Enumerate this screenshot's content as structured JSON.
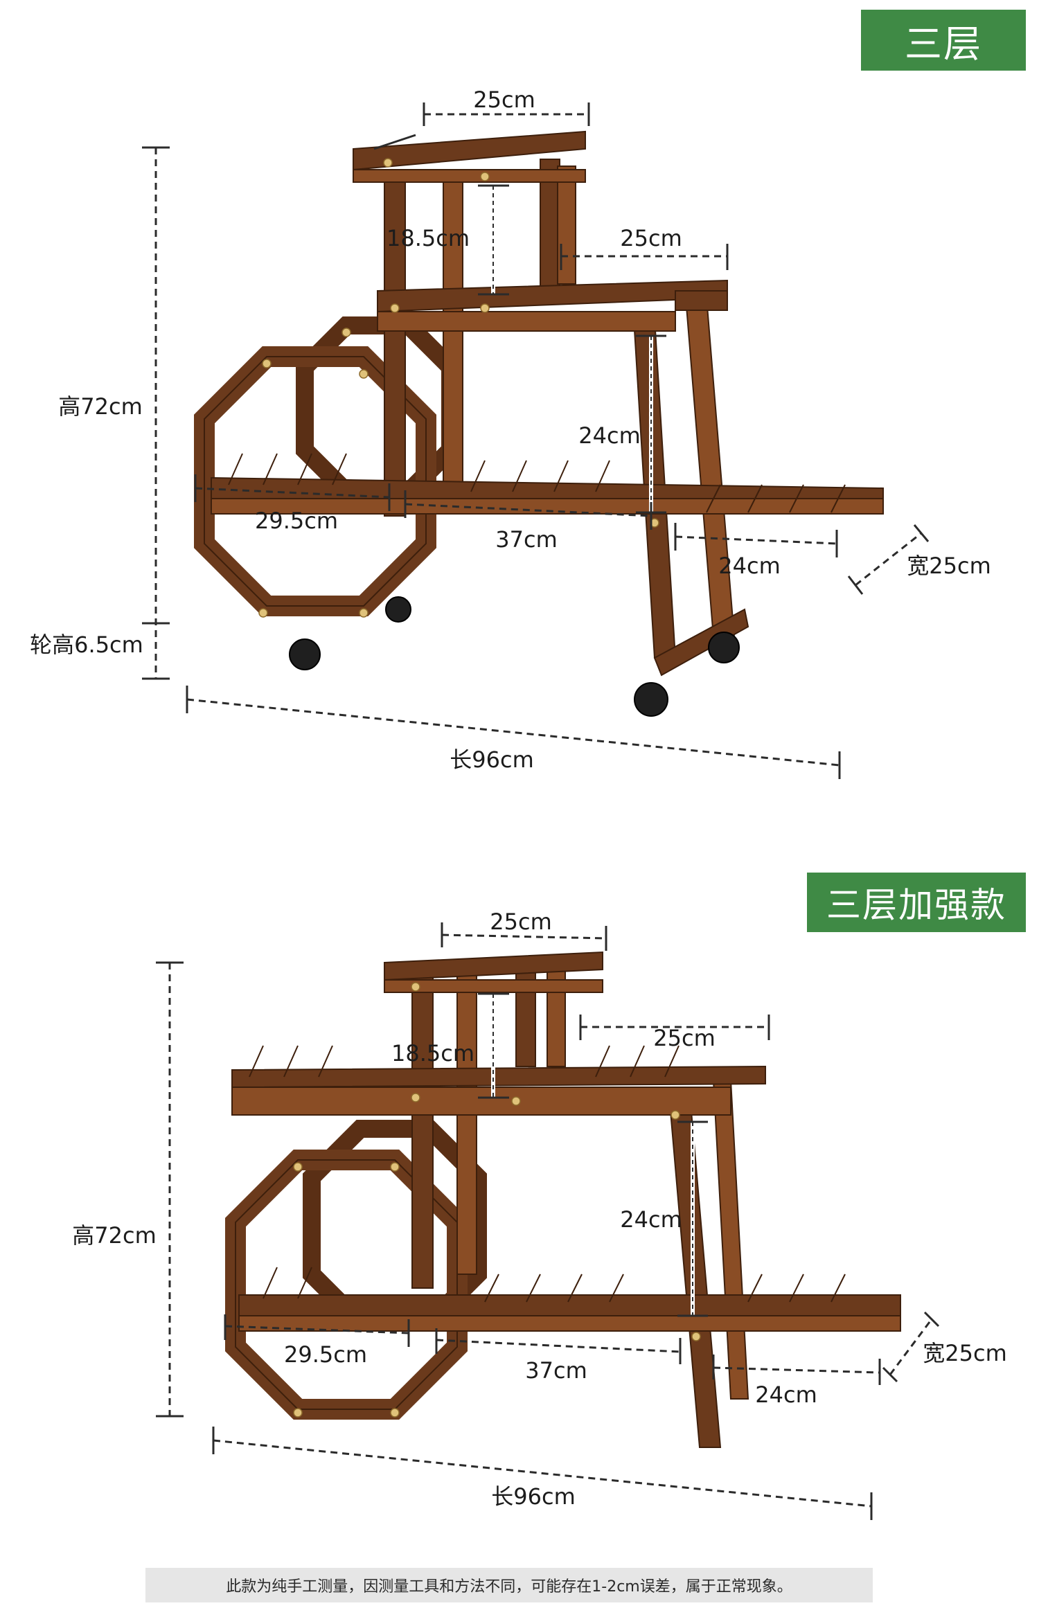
{
  "colors": {
    "tag_bg": "#3f8a45",
    "wood": "#6b3a1c",
    "footer_bg": "#e6e6e6"
  },
  "panel_a": {
    "tag": "三层",
    "labels": {
      "top_width": "25cm",
      "top_height": "18.5cm",
      "mid_width": "25cm",
      "mid_height": "24cm",
      "total_height": "高72cm",
      "wheel_height": "轮高6.5cm",
      "seg_left": "29.5cm",
      "seg_mid": "37cm",
      "seg_right": "24cm",
      "depth": "宽25cm",
      "length": "长96cm"
    }
  },
  "panel_b": {
    "tag": "三层加强款",
    "labels": {
      "top_width": "25cm",
      "top_height": "18.5cm",
      "mid_width": "25cm",
      "mid_height": "24cm",
      "total_height": "高72cm",
      "seg_left": "29.5cm",
      "seg_mid": "37cm",
      "seg_right": "24cm",
      "depth": "宽25cm",
      "length": "长96cm"
    }
  },
  "footer": {
    "note": "此款为纯手工测量，因测量工具和方法不同，可能存在1-2cm误差，属于正常现象。"
  }
}
